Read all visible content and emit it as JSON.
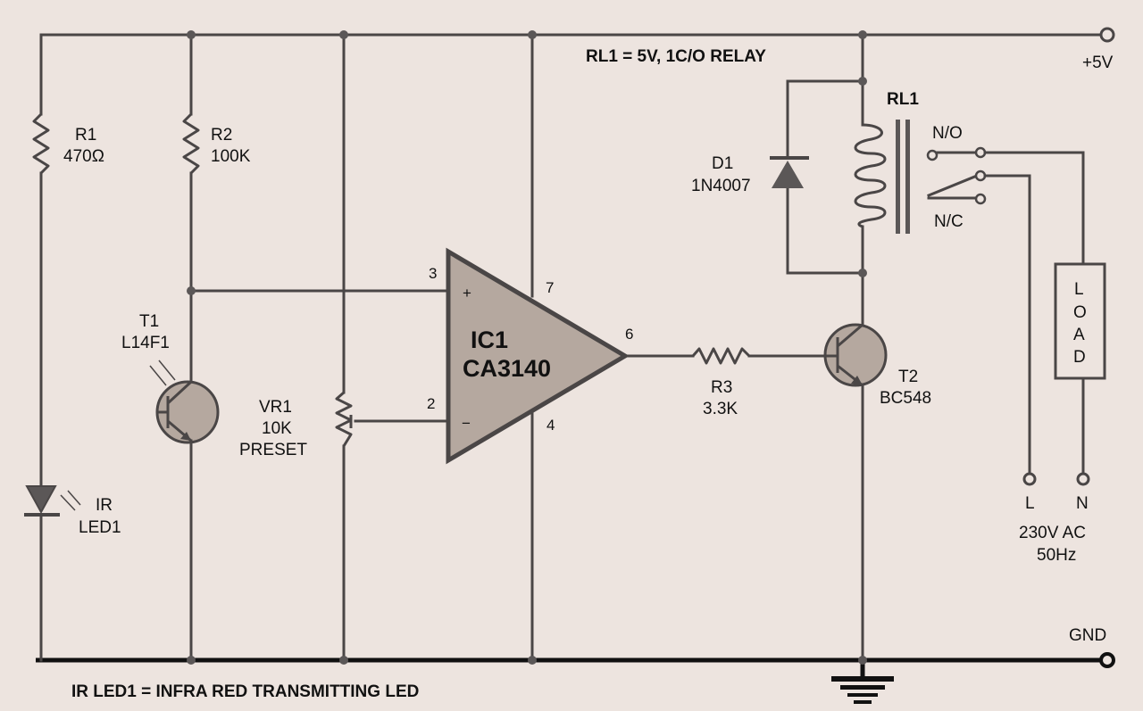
{
  "title_note": "RL1 = 5V, 1C/O RELAY",
  "footer_note": "IR LED1 = INFRA RED TRANSMITTING LED",
  "rails": {
    "positive": "+5V",
    "ground": "GND"
  },
  "components": {
    "r1": {
      "ref": "R1",
      "value": "470Ω"
    },
    "r2": {
      "ref": "R2",
      "value": "100K"
    },
    "r3": {
      "ref": "R3",
      "value": "3.3K"
    },
    "vr1": {
      "ref": "VR1",
      "value": "10K",
      "type": "PRESET"
    },
    "t1": {
      "ref": "T1",
      "value": "L14F1"
    },
    "t2": {
      "ref": "T2",
      "value": "BC548"
    },
    "ir_led": {
      "line1": "IR",
      "line2": "LED1"
    },
    "ic1": {
      "ref": "IC1",
      "value": "CA3140",
      "pins": {
        "noninv": "3",
        "inv": "2",
        "vplus": "7",
        "gnd": "4",
        "out": "6"
      },
      "plus_sign": "+",
      "minus_sign": "−"
    },
    "d1": {
      "ref": "D1",
      "value": "1N4007"
    },
    "rl1": {
      "ref": "RL1",
      "no": "N/O",
      "nc": "N/C"
    },
    "load": {
      "letters": [
        "L",
        "O",
        "A",
        "D"
      ]
    },
    "mains": {
      "l": "L",
      "n": "N",
      "voltage": "230V AC",
      "freq": "50Hz"
    }
  },
  "colors": {
    "background": "#ede4df",
    "wire": "#4a4646",
    "component_fill": "#b5a89f"
  }
}
